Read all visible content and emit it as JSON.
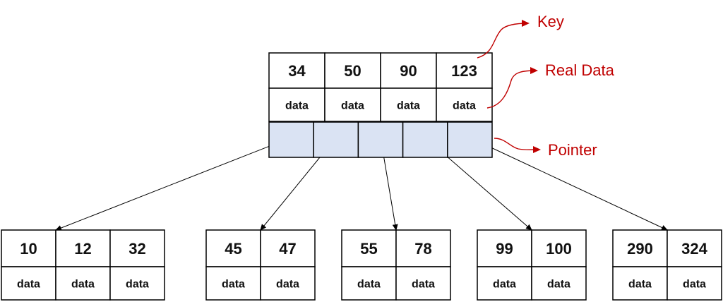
{
  "colors": {
    "stroke": "#000000",
    "pointer_fill": "#dae3f3",
    "legend": "#c00000"
  },
  "root": {
    "keys": [
      "34",
      "50",
      "90",
      "123"
    ],
    "data_labels": [
      "data",
      "data",
      "data",
      "data"
    ],
    "pointer_count": 5
  },
  "leaves": [
    {
      "keys": [
        "10",
        "12",
        "32"
      ],
      "data_labels": [
        "data",
        "data",
        "data"
      ]
    },
    {
      "keys": [
        "45",
        "47"
      ],
      "data_labels": [
        "data",
        "data"
      ]
    },
    {
      "keys": [
        "55",
        "78"
      ],
      "data_labels": [
        "data",
        "data"
      ]
    },
    {
      "keys": [
        "99",
        "100"
      ],
      "data_labels": [
        "data",
        "data"
      ]
    },
    {
      "keys": [
        "290",
        "324"
      ],
      "data_labels": [
        "data",
        "data"
      ]
    }
  ],
  "legend": {
    "key": "Key",
    "real_data": "Real Data",
    "pointer": "Pointer"
  }
}
